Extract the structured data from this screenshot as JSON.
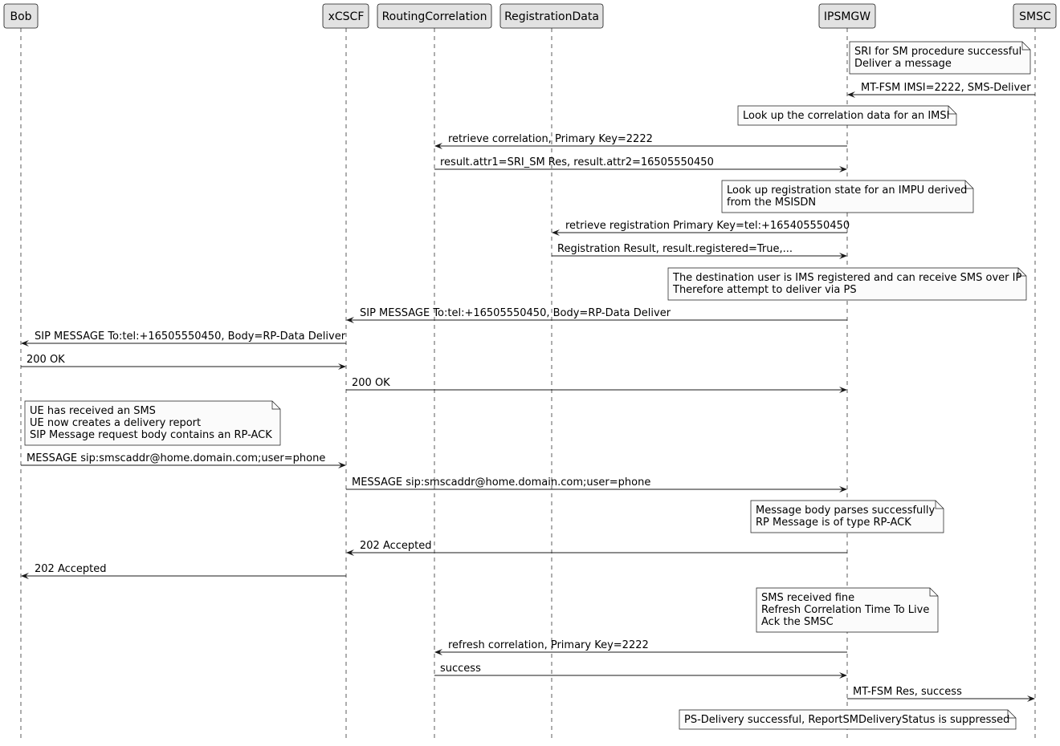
{
  "diagram": {
    "type": "sequence",
    "participants": [
      {
        "id": "bob",
        "label": "Bob"
      },
      {
        "id": "xcscf",
        "label": "xCSCF"
      },
      {
        "id": "rc",
        "label": "RoutingCorrelation"
      },
      {
        "id": "rd",
        "label": "RegistrationData"
      },
      {
        "id": "ipsmgw",
        "label": "IPSMGW"
      },
      {
        "id": "smsc",
        "label": "SMSC"
      }
    ],
    "steps": [
      {
        "kind": "note",
        "over": [
          "ipsmgw",
          "smsc"
        ],
        "lines": [
          "SRI for SM procedure successful",
          "Deliver a message"
        ]
      },
      {
        "kind": "msg",
        "from": "smsc",
        "to": "ipsmgw",
        "text": "MT-FSM IMSI=2222, SMS-Deliver"
      },
      {
        "kind": "note",
        "over": [
          "ipsmgw"
        ],
        "lines": [
          "Look up the correlation data for an IMSI"
        ]
      },
      {
        "kind": "msg",
        "from": "ipsmgw",
        "to": "rc",
        "text": "retrieve correlation, Primary Key=2222"
      },
      {
        "kind": "msg",
        "from": "rc",
        "to": "ipsmgw",
        "text": "result.attr1=SRI_SM Res, result.attr2=16505550450"
      },
      {
        "kind": "note",
        "over": [
          "ipsmgw"
        ],
        "lines": [
          "Look up registration state for an IMPU derived",
          "from the MSISDN"
        ]
      },
      {
        "kind": "msg",
        "from": "ipsmgw",
        "to": "rd",
        "text": "retrieve registration Primary Key=tel:+165405550450"
      },
      {
        "kind": "msg",
        "from": "rd",
        "to": "ipsmgw",
        "text": "Registration Result, result.registered=True,..."
      },
      {
        "kind": "note",
        "over": [
          "ipsmgw"
        ],
        "lines": [
          "The destination user is IMS registered and can receive SMS over IP",
          "Therefore attempt to deliver via PS"
        ]
      },
      {
        "kind": "msg",
        "from": "ipsmgw",
        "to": "xcscf",
        "text": "SIP MESSAGE To:tel:+16505550450, Body=RP-Data Deliver"
      },
      {
        "kind": "msg",
        "from": "xcscf",
        "to": "bob",
        "text": "SIP MESSAGE To:tel:+16505550450, Body=RP-Data Deliver"
      },
      {
        "kind": "msg",
        "from": "bob",
        "to": "xcscf",
        "text": "200 OK"
      },
      {
        "kind": "msg",
        "from": "xcscf",
        "to": "ipsmgw",
        "text": "200 OK"
      },
      {
        "kind": "note",
        "over": [
          "bob"
        ],
        "lines": [
          "UE has received an SMS",
          "UE now creates a delivery report",
          "SIP Message request body contains an RP-ACK"
        ]
      },
      {
        "kind": "msg",
        "from": "bob",
        "to": "xcscf",
        "text": "MESSAGE sip:smscaddr@home.domain.com;user=phone"
      },
      {
        "kind": "msg",
        "from": "xcscf",
        "to": "ipsmgw",
        "text": "MESSAGE sip:smscaddr@home.domain.com;user=phone"
      },
      {
        "kind": "note",
        "over": [
          "ipsmgw"
        ],
        "lines": [
          "Message body parses successfully",
          "RP Message is of type RP-ACK"
        ]
      },
      {
        "kind": "msg",
        "from": "ipsmgw",
        "to": "xcscf",
        "text": "202 Accepted"
      },
      {
        "kind": "msg",
        "from": "xcscf",
        "to": "bob",
        "text": "202 Accepted"
      },
      {
        "kind": "note",
        "over": [
          "ipsmgw"
        ],
        "lines": [
          "SMS received fine",
          "Refresh Correlation Time To Live",
          "Ack the SMSC"
        ]
      },
      {
        "kind": "msg",
        "from": "ipsmgw",
        "to": "rc",
        "text": "refresh correlation, Primary Key=2222"
      },
      {
        "kind": "msg",
        "from": "rc",
        "to": "ipsmgw",
        "text": "success"
      },
      {
        "kind": "msg",
        "from": "ipsmgw",
        "to": "smsc",
        "text": "MT-FSM Res, success"
      },
      {
        "kind": "note",
        "over": [
          "ipsmgw"
        ],
        "lines": [
          "PS-Delivery successful, ReportSMDeliveryStatus is suppressed"
        ]
      }
    ]
  }
}
